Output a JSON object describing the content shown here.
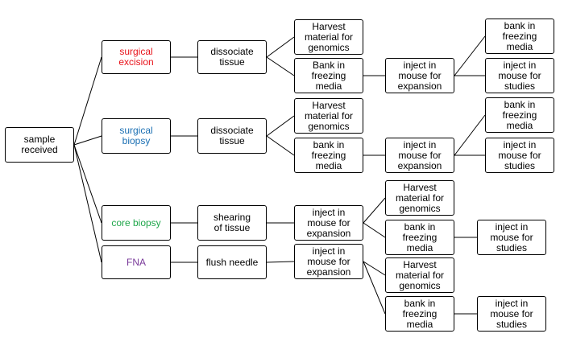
{
  "colors": {
    "red": "#e8121a",
    "blue": "#1a6fb3",
    "green": "#1fa64a",
    "purple": "#7a3a9a",
    "black": "#000000"
  },
  "nodes": {
    "sample": {
      "text": "sample\nreceived"
    },
    "surg_exc": {
      "text": "surgical\nexcision",
      "color": "red"
    },
    "surg_bio": {
      "text": "surgical\nbiopsy",
      "color": "blue"
    },
    "core_bio": {
      "text": "core biopsy",
      "color": "green"
    },
    "fna": {
      "text": "FNA",
      "color": "purple"
    },
    "diss1": {
      "text": "dissociate\ntissue"
    },
    "diss2": {
      "text": "dissociate\ntissue"
    },
    "shear": {
      "text": "shearing\nof tissue"
    },
    "flush": {
      "text": "flush needle"
    },
    "harv1": {
      "text": "Harvest\nmaterial for\ngenomics"
    },
    "bank1": {
      "text": "Bank in\nfreezing\nmedia"
    },
    "harv2": {
      "text": "Harvest\nmaterial for\ngenomics"
    },
    "bank2": {
      "text": "bank in\nfreezing\nmedia"
    },
    "inj_core": {
      "text": "inject in\nmouse for\nexpansion"
    },
    "inj_fna": {
      "text": "inject in\nmouse for\nexpansion"
    },
    "inj1": {
      "text": "inject in\nmouse for\nexpansion"
    },
    "inj2": {
      "text": "inject in\nmouse for\nexpansion"
    },
    "harv3": {
      "text": "Harvest\nmaterial for\ngenomics"
    },
    "bank3": {
      "text": "bank in\nfreezing\nmedia"
    },
    "harv4": {
      "text": "Harvest\nmaterial for\ngenomics"
    },
    "bank4": {
      "text": "bank in\nfreezing\nmedia"
    },
    "bank5": {
      "text": "bank in\nfreezing\nmedia"
    },
    "study1": {
      "text": "inject in\nmouse for\nstudies"
    },
    "bank6": {
      "text": "bank in\nfreezing\nmedia"
    },
    "study2": {
      "text": "inject in\nmouse for\nstudies"
    },
    "study3": {
      "text": "inject in\nmouse for\nstudies"
    },
    "study4": {
      "text": "inject in\nmouse for\nstudies"
    }
  },
  "edges": [
    [
      "sample",
      "surg_exc"
    ],
    [
      "sample",
      "surg_bio"
    ],
    [
      "sample",
      "core_bio"
    ],
    [
      "sample",
      "fna"
    ],
    [
      "surg_exc",
      "diss1"
    ],
    [
      "surg_bio",
      "diss2"
    ],
    [
      "core_bio",
      "shear"
    ],
    [
      "fna",
      "flush"
    ],
    [
      "diss1",
      "harv1"
    ],
    [
      "diss1",
      "bank1"
    ],
    [
      "diss2",
      "harv2"
    ],
    [
      "diss2",
      "bank2"
    ],
    [
      "shear",
      "inj_core"
    ],
    [
      "flush",
      "inj_fna"
    ],
    [
      "bank1",
      "inj1"
    ],
    [
      "bank2",
      "inj2"
    ],
    [
      "inj1",
      "bank5"
    ],
    [
      "inj1",
      "study1"
    ],
    [
      "inj2",
      "bank6"
    ],
    [
      "inj2",
      "study2"
    ],
    [
      "inj_core",
      "harv3"
    ],
    [
      "inj_core",
      "bank3"
    ],
    [
      "inj_fna",
      "harv4"
    ],
    [
      "inj_fna",
      "bank4"
    ],
    [
      "bank3",
      "study3"
    ],
    [
      "bank4",
      "study4"
    ]
  ]
}
